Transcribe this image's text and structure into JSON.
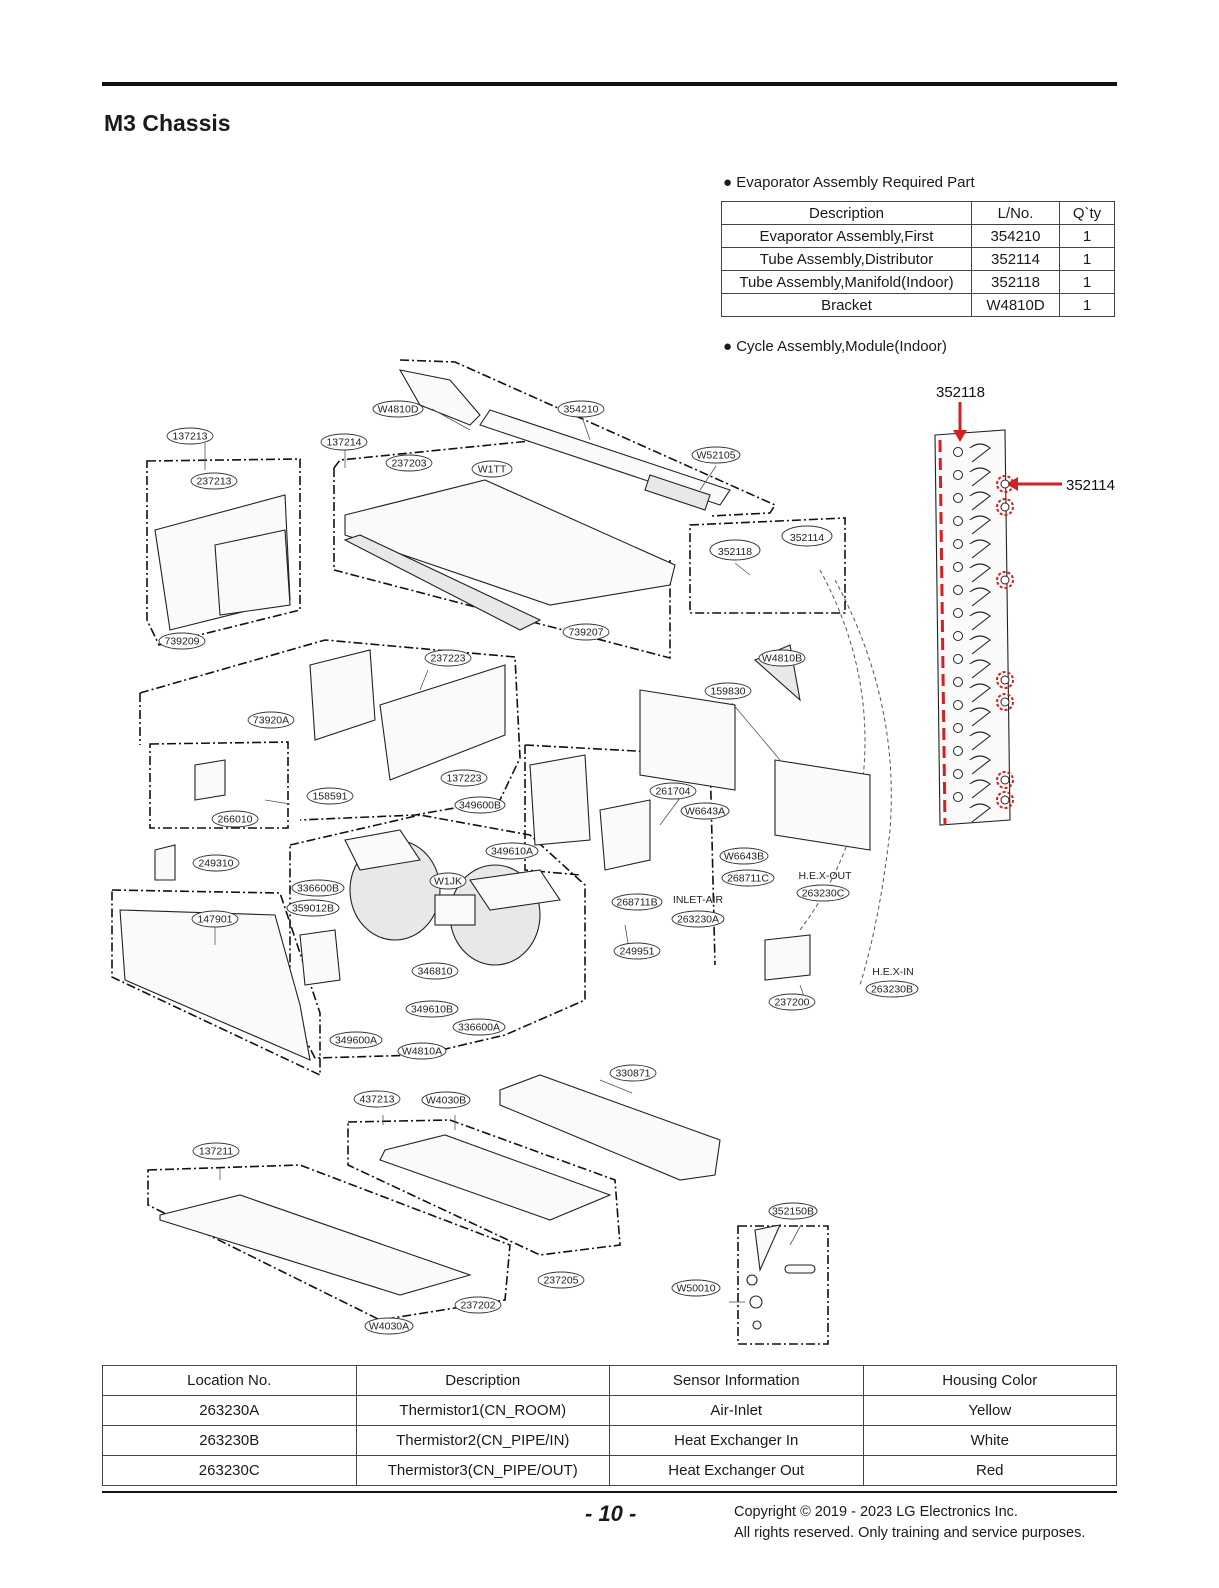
{
  "page": {
    "title": "M3 Chassis",
    "page_number": "- 10 -",
    "copyright_line1": "Copyright © 2019 - 2023 LG Electronics Inc.",
    "copyright_line2": "All rights reserved. Only training and service purposes."
  },
  "evaporator_table": {
    "label": "● Evaporator Assembly Required Part",
    "headers": [
      "Description",
      "L/No.",
      "Q`ty"
    ],
    "rows": [
      [
        "Evaporator Assembly,First",
        "354210",
        "1"
      ],
      [
        "Tube Assembly,Distributor",
        "352114",
        "1"
      ],
      [
        "Tube Assembly,Manifold(Indoor)",
        "352118",
        "1"
      ],
      [
        "Bracket",
        "W4810D",
        "1"
      ]
    ]
  },
  "cycle_label": "● Cycle Assembly,Module(Indoor)",
  "evaporator_callouts": [
    "352118",
    "352114"
  ],
  "diagram_tags": {
    "t1": "W4810D",
    "t2": "354210",
    "t3": "137213",
    "t4": "137214",
    "t5": "237203",
    "t6": "W1TT",
    "t7": "W52105",
    "t8": "237213",
    "t9": "352114",
    "t10": "352118",
    "t11": "739209",
    "t12": "739207",
    "t13": "237223",
    "t14": "W4810B",
    "t15": "73920A",
    "t16": "159830",
    "t17": "137223",
    "t18": "158591",
    "t19": "266010",
    "t20": "349600B",
    "t21": "261704",
    "t22": "W6643A",
    "t23": "349610A",
    "t24": "249310",
    "t25": "W6643B",
    "t26": "336600B",
    "t27": "W1JK",
    "t28": "268711C",
    "t29": "359012B",
    "t30": "268711B",
    "t31": "147901",
    "t32": "263230A",
    "t33": "263230C",
    "t34": "249951",
    "t35": "346810",
    "t36": "263230B",
    "t37": "237200",
    "t38": "349610B",
    "t39": "336600A",
    "t40": "349600A",
    "t41": "W4810A",
    "t42": "330871",
    "t43": "437213",
    "t44": "W4030B",
    "t45": "137211",
    "t46": "352150B",
    "t47": "237205",
    "t48": "W50010",
    "t49": "237202",
    "t50": "W4030A",
    "inlet_air": "INLET-AIR",
    "hex_out": "H.E.X-OUT",
    "hex_in": "H.E.X-IN"
  },
  "sensor_table": {
    "headers": [
      "Location No.",
      "Description",
      "Sensor Information",
      "Housing Color"
    ],
    "rows": [
      [
        "263230A",
        "Thermistor1(CN_ROOM)",
        "Air-Inlet",
        "Yellow"
      ],
      [
        "263230B",
        "Thermistor2(CN_PIPE/IN)",
        "Heat Exchanger In",
        "White"
      ],
      [
        "263230C",
        "Thermistor3(CN_PIPE/OUT)",
        "Heat Exchanger Out",
        "Red"
      ]
    ]
  },
  "colors": {
    "callout_red": "#d42020",
    "rule": "#111111"
  }
}
